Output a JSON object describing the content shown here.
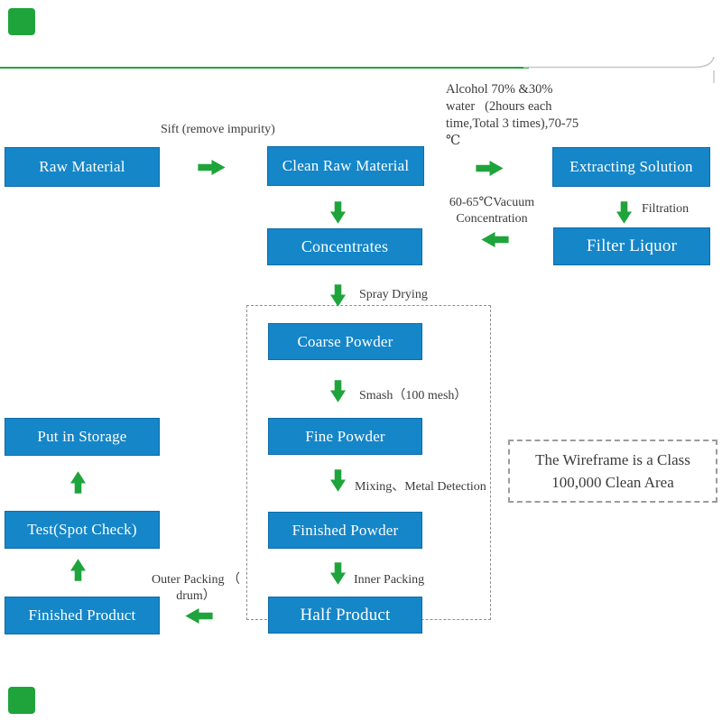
{
  "colors": {
    "box_blue": "#1586c8",
    "box_border": "#0e6cab",
    "arrow_green": "#1fa43c",
    "line_gray": "#c8c8c8",
    "text_gray": "#3b3b3b"
  },
  "boxes": {
    "raw_material": "Raw Material",
    "clean_raw_material": "Clean Raw Material",
    "extracting_solution": "Extracting Solution",
    "concentrates": "Concentrates",
    "filter_liquor": "Filter Liquor",
    "coarse_powder": "Coarse Powder",
    "fine_powder": "Fine Powder",
    "finished_powder": "Finished Powder",
    "half_product": "Half Product",
    "put_in_storage": "Put in Storage",
    "test_spot_check": "Test(Spot Check)",
    "finished_product": "Finished Product"
  },
  "labels": {
    "sift": "Sift (remove impurity)",
    "alcohol": "Alcohol 70% &30%\nwater   (2hours each\ntime,Total 3 times),70-75\n℃",
    "vacuum": "60-65℃Vacuum\nConcentration",
    "filtration": "Filtration",
    "spray_drying": "Spray Drying",
    "smash": "Smash（100 mesh）",
    "mixing": "Mixing、Metal Detection",
    "inner_packing": "Inner Packing",
    "outer_packing": "Outer Packing （\ndrum）",
    "clean_area_note": "The Wireframe is a Class\n100,000 Clean Area"
  }
}
